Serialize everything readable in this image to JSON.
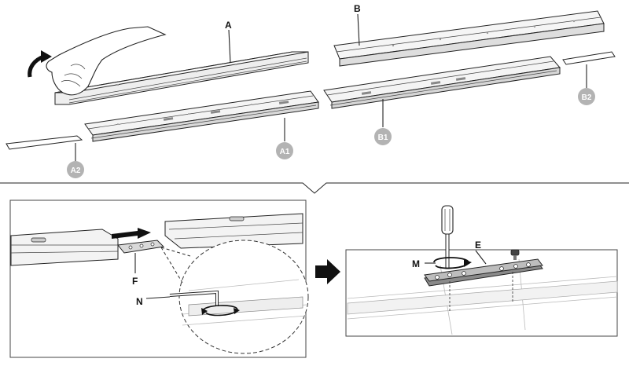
{
  "labels": {
    "a": "A",
    "b": "B",
    "a1": "A1",
    "a2": "A2",
    "b1": "B1",
    "b2": "B2",
    "f": "F",
    "n": "N",
    "m": "M",
    "e": "E"
  },
  "colors": {
    "line": "#222222",
    "badge": "#b3b3b3",
    "arrow": "#111111",
    "rail_light": "#f2f2f2",
    "rail_dark": "#9a9a9a"
  },
  "icons": [
    "rotate-arrow-icon",
    "push-arrow-icon",
    "next-step-arrow-icon",
    "screwdriver-icon",
    "hex-key-icon",
    "hand-icon"
  ]
}
